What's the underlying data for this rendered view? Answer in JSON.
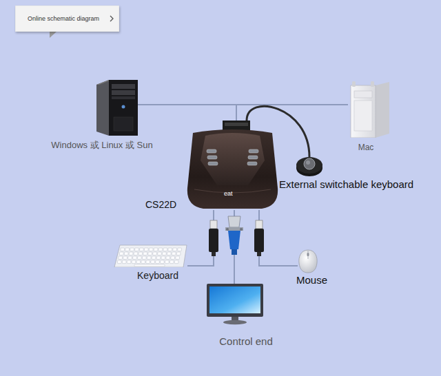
{
  "diagram": {
    "nodes": [
      {
        "text": [
          "Online schematic diagram"
        ]
      },
      {
        "text": [
          "Windows 或 Linux 或 Sun"
        ]
      },
      {
        "text": [
          "Mac"
        ]
      },
      {
        "text": [
          "CS22D",
          "eat"
        ]
      },
      {
        "text": [
          "External switchable keyboard"
        ]
      },
      {
        "text": [
          "Keyboard"
        ]
      },
      {
        "text": [
          "Mouse"
        ]
      },
      {
        "text": [
          "Control end"
        ]
      }
    ],
    "edges": [
      {
        "from": 1,
        "to": 3,
        "arrow": "none"
      },
      {
        "from": 2,
        "to": 3,
        "arrow": "none"
      },
      {
        "from": 4,
        "to": 3,
        "arrow": "none"
      },
      {
        "from": 3,
        "to": 5,
        "arrow": "none"
      },
      {
        "from": 3,
        "to": 7,
        "arrow": "none"
      },
      {
        "from": 3,
        "to": 6,
        "arrow": "none"
      }
    ]
  }
}
